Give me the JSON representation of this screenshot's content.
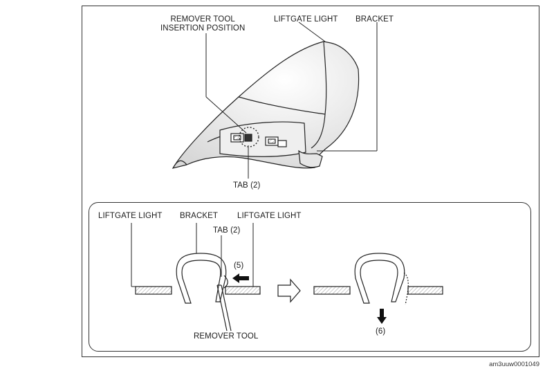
{
  "top_view": {
    "remover_tool_insertion_position": "REMOVER TOOL\nINSERTION POSITION",
    "liftgate_light": "LIFTGATE LIGHT",
    "bracket": "BRACKET",
    "tab": "TAB (2)"
  },
  "detail_view": {
    "liftgate_light_left": "LIFTGATE LIGHT",
    "bracket": "BRACKET",
    "tab": "TAB (2)",
    "liftgate_light_right": "LIFTGATE LIGHT",
    "step_5": "(5)",
    "step_6": "(6)",
    "remover_tool": "REMOVER TOOL"
  },
  "reference_code": "am3uuw0001049"
}
